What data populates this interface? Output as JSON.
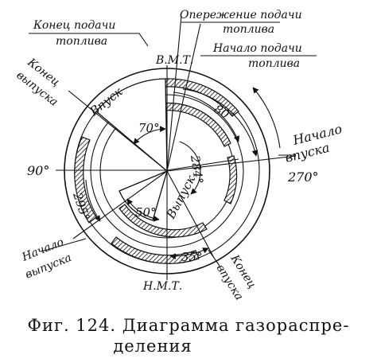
{
  "labels": {
    "fuel_end": [
      "Конец подачи",
      "топлива"
    ],
    "fuel_advance": [
      "Опережение подачи",
      "топлива"
    ],
    "fuel_start": [
      "Начало подачи",
      "топлива"
    ],
    "exhaust_end": [
      "Конец",
      "выпуска"
    ],
    "intake_start": [
      "Начало",
      "впуска"
    ],
    "exhaust_start": [
      "Начало",
      "выпуска"
    ],
    "intake_end": [
      "Конец",
      "впуска"
    ],
    "tdc": "В.М.Т.",
    "bdc": "Н.М.Т.",
    "deg90": "90°",
    "deg270": "270°",
    "intake_arc": "Впуск",
    "exhaust_arc": "Выпуск",
    "a80": "80°",
    "a70": "70°",
    "a284": "284°",
    "a50": "50°",
    "a35": "35°",
    "a295": "295°"
  },
  "caption": {
    "line1": "Фиг.  124.  Диаграмма  газораспре-",
    "line2": "деления"
  }
}
